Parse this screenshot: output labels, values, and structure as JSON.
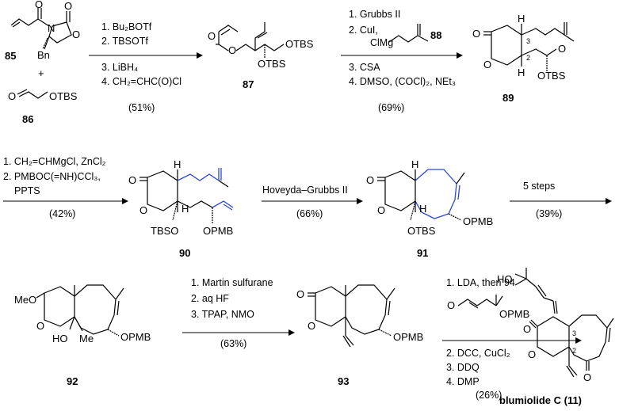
{
  "compounds": {
    "c85": "85",
    "c86": "86",
    "c87": "87",
    "c89": "89",
    "c88": "88",
    "c90": "90",
    "c91": "91",
    "c92": "92",
    "c93": "93",
    "c11": "blumiolide C (11)"
  },
  "labels": {
    "bn": "Bn",
    "otbs": "OTBS",
    "tbso": "TBSO",
    "opmb": "OPMB",
    "meo": "MeO",
    "ho": "HO",
    "me": "Me",
    "plus": "+",
    "o": "O",
    "n": "N",
    "h": "H",
    "loc2": "2",
    "loc3": "3"
  },
  "steps": {
    "step1": [
      "1. Bu₂BOTf",
      "2. TBSOTf",
      "3. LiBH₄",
      "4. CH₂=CHC(O)Cl"
    ],
    "step1_yield": "(51%)",
    "step2": [
      "1. Grubbs II",
      "2. CuI,",
      "ClMg",
      "3. CSA",
      "4. DMSO, (COCl)₂, NEt₃"
    ],
    "step2_yield": "(69%)",
    "step3": [
      "1. CH₂=CHMgCl, ZnCl₂",
      "2. PMBOC(=NH)CCl₃,",
      "PPTS"
    ],
    "step3_yield": "(42%)",
    "step4": [
      "Hoveyda–Grubbs II"
    ],
    "step4_yield": "(66%)",
    "step5": [
      "5 steps"
    ],
    "step5_yield": "(39%)",
    "step6": [
      "1. Martin sulfurane",
      "2. aq HF",
      "3. TPAP, NMO"
    ],
    "step6_yield": "(63%)",
    "step7": [
      "1. LDA, then 94",
      "2. DCC, CuCl₂",
      "3. DDQ",
      "4. DMP"
    ],
    "step7_yield": "(26%)"
  }
}
